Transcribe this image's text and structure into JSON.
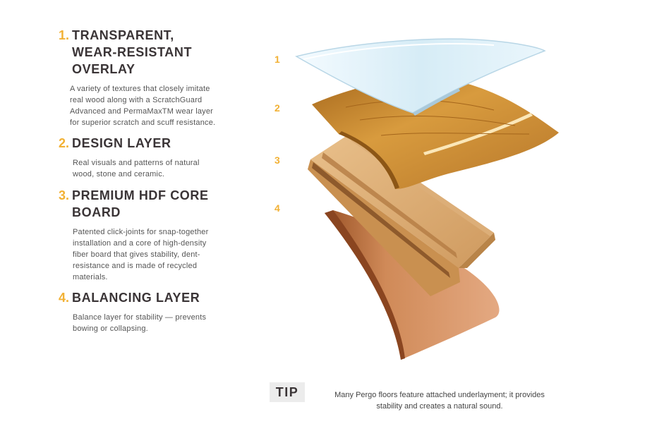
{
  "layers": [
    {
      "num": "1.",
      "title_lines": [
        "TRANSPARENT,",
        "WEAR-RESISTANT",
        "OVERLAY"
      ],
      "desc_lines": [
        "A variety of textures that closely imitate",
        "real wood along with a ScratchGuard",
        "Advanced and PermaMaxTM wear layer",
        "for superior scratch and scuff resistance."
      ]
    },
    {
      "num": "2.",
      "title_lines": [
        "DESIGN LAYER"
      ],
      "desc_lines": [
        "Real visuals and patterns of natural",
        "wood, stone and ceramic."
      ]
    },
    {
      "num": "3.",
      "title_lines": [
        "PREMIUM HDF CORE",
        "BOARD"
      ],
      "desc_lines": [
        "Patented click-joints for snap-together",
        "installation and a core of high-density",
        "fiber board that gives stability, dent-",
        "resistance and is made of recycled",
        "materials."
      ]
    },
    {
      "num": "4.",
      "title_lines": [
        "BALANCING LAYER"
      ],
      "desc_lines": [
        "Balance layer for stability — prevents",
        "bowing or collapsing."
      ]
    }
  ],
  "callouts": [
    "1",
    "2",
    "3",
    "4"
  ],
  "tip": {
    "label": "TIP",
    "text_lines": [
      "Many Pergo floors feature attached underlayment; it provides",
      "stability and creates a natural sound."
    ]
  },
  "colors": {
    "accent": "#f2b134",
    "heading": "#3a3436",
    "overlay": "#dff0f8",
    "design_wood": "#c98d2e",
    "core_board": "#d9a56b",
    "balancing": "#c97d4e"
  }
}
